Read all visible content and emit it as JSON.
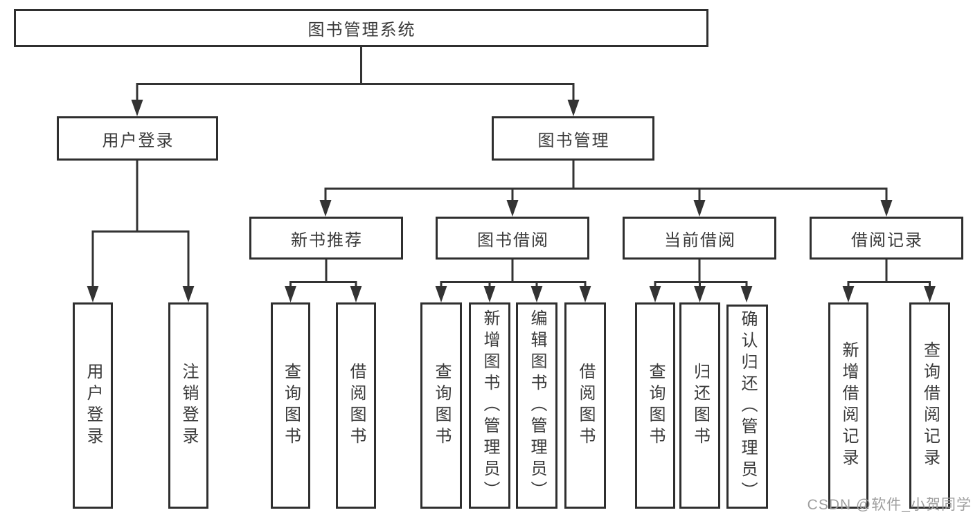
{
  "system": {
    "title": "图书管理系统"
  },
  "user_login": {
    "label": "用户登录",
    "children": [
      "用户登录",
      "注销登录"
    ]
  },
  "book_mgmt": {
    "label": "图书管理",
    "modules": [
      {
        "label": "新书推荐",
        "children": [
          "查询图书",
          "借阅图书"
        ]
      },
      {
        "label": "图书借阅",
        "children": [
          "查询图书",
          "新增图书（管理员）",
          "编辑图书（管理员）",
          "借阅图书"
        ]
      },
      {
        "label": "当前借阅",
        "children": [
          "查询图书",
          "归还图书",
          "确认归还（管理员）"
        ]
      },
      {
        "label": "借阅记录",
        "children": [
          "新增借阅记录",
          "查询借阅记录"
        ]
      }
    ]
  },
  "watermark": "CSDN @软件_小贺同学",
  "colors": {
    "line": "#333333",
    "box_border": "#2f2f2f",
    "text": "#3a3a3a",
    "watermark_text": "#9e9e9e",
    "background": "#ffffff"
  }
}
